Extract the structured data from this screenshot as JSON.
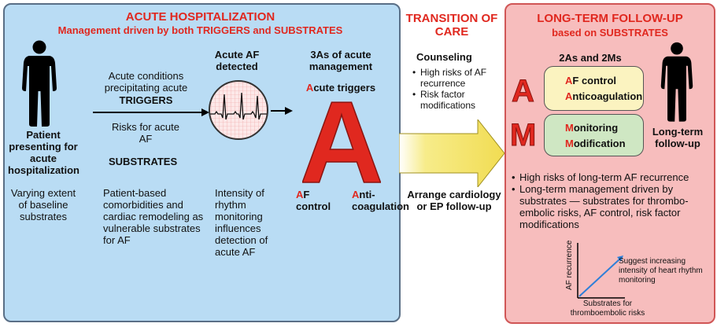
{
  "acute": {
    "title": "ACUTE HOSPITALIZATION",
    "subtitle": "Management driven by both TRIGGERS and SUBSTRATES",
    "patient_label": "Patient presenting for acute hospitalization",
    "patient_sub": "Varying extent of baseline substrates",
    "triggers_text": "Acute conditions precipitating acute",
    "triggers_word": "TRIGGERS",
    "risks_text": "Risks for acute AF",
    "substrates_word": "SUBSTRATES",
    "substrates_desc": "Patient-based comorbidities and cardiac remodeling as vulnerable substrates for AF",
    "af_detected": "Acute AF detected",
    "monitoring_desc": "Intensity of rhythm monitoring influences detection of acute AF",
    "three_as": "3As of acute management",
    "acute_triggers_first": "A",
    "acute_triggers_rest": "cute triggers",
    "big_a": "A",
    "af_control_first": "A",
    "af_control_rest": "F control",
    "anticoag_first": "A",
    "anticoag_rest": "nti-coagulation"
  },
  "transition": {
    "title": "TRANSITION OF CARE",
    "counseling": "Counseling",
    "bullets": [
      "High risks of AF recurrence",
      "Risk factor modifications"
    ],
    "arrange": "Arrange cardiology or EP follow-up"
  },
  "longterm": {
    "title": "LONG-TERM FOLLOW-UP",
    "subtitle": "based on SUBSTRATES",
    "two_as": "2As and 2Ms",
    "letter_a": "A",
    "letter_m": "M",
    "a_box": [
      {
        "first": "A",
        "rest": "F control"
      },
      {
        "first": "A",
        "rest": "nticoagulation"
      }
    ],
    "m_box": [
      {
        "first": "M",
        "rest": "onitoring"
      },
      {
        "first": "M",
        "rest": "odification"
      }
    ],
    "followup_label": "Long-term follow-up",
    "bullets": [
      "High risks of long-term AF recurrence",
      "Long-term management driven by substrates — substrates for thrombo-embolic risks, AF control, risk factor modifications"
    ],
    "graph_ylabel": "AF recurrence",
    "graph_xlabel": "Substrates for thromboembolic risks",
    "graph_note": "Suggest increasing intensity of heart rhythm monitoring"
  },
  "colors": {
    "left_bg": "#b9dcf4",
    "right_bg": "#f7bdbd",
    "accent_red": "#e0281f",
    "arrow_yellow": "#f4e467",
    "graph_line": "#2f7fd8"
  }
}
